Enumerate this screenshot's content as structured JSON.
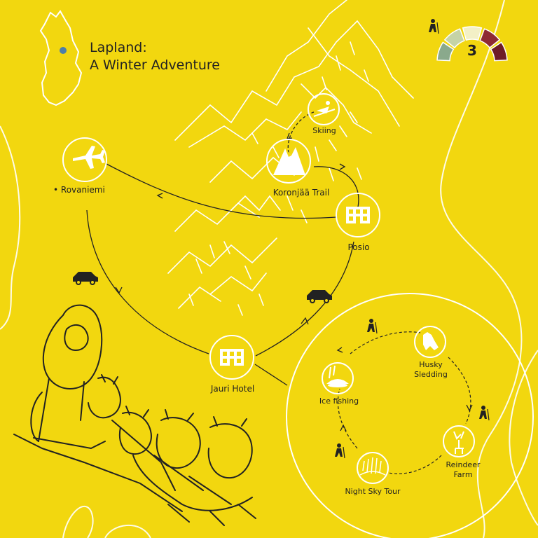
{
  "title": {
    "line1": "Lapland:",
    "line2": "A Winter Adventure"
  },
  "difficulty": {
    "value": "3",
    "level": 3,
    "max": 5,
    "segment_colors": [
      "#8aa98c",
      "#c5d3a6",
      "#f3f0c6",
      "#8e2a33",
      "#6e1c27"
    ],
    "icon": "hiker-icon"
  },
  "route": {
    "stops": [
      {
        "id": "rovaniemi",
        "label": "• Rovaniemi",
        "icon": "airplane-icon"
      },
      {
        "id": "koronjaa",
        "label": "Koronjää Trail",
        "icon": "mountain-icon"
      },
      {
        "id": "skiing",
        "label": "Skiing",
        "icon": "skier-icon"
      },
      {
        "id": "posio",
        "label": "Posio",
        "icon": "building-icon"
      },
      {
        "id": "jauri",
        "label": "Jauri Hotel",
        "icon": "hotel-icon"
      }
    ]
  },
  "activities": [
    {
      "id": "husky",
      "line1": "Husky",
      "line2": "Sledding",
      "icon": "husky-icon"
    },
    {
      "id": "reindeer",
      "line1": "Reindeer",
      "line2": "Farm",
      "icon": "reindeer-icon"
    },
    {
      "id": "nightsky",
      "label": "Night Sky Tour",
      "icon": "aurora-icon"
    },
    {
      "id": "icefishing",
      "label": "Ice fishing",
      "icon": "ice-fishing-icon"
    }
  ],
  "transport_icons": [
    "car-icon",
    "car-icon"
  ],
  "colors": {
    "background": "#f2d70f",
    "ink": "#222222",
    "line_white": "#ffffff"
  }
}
